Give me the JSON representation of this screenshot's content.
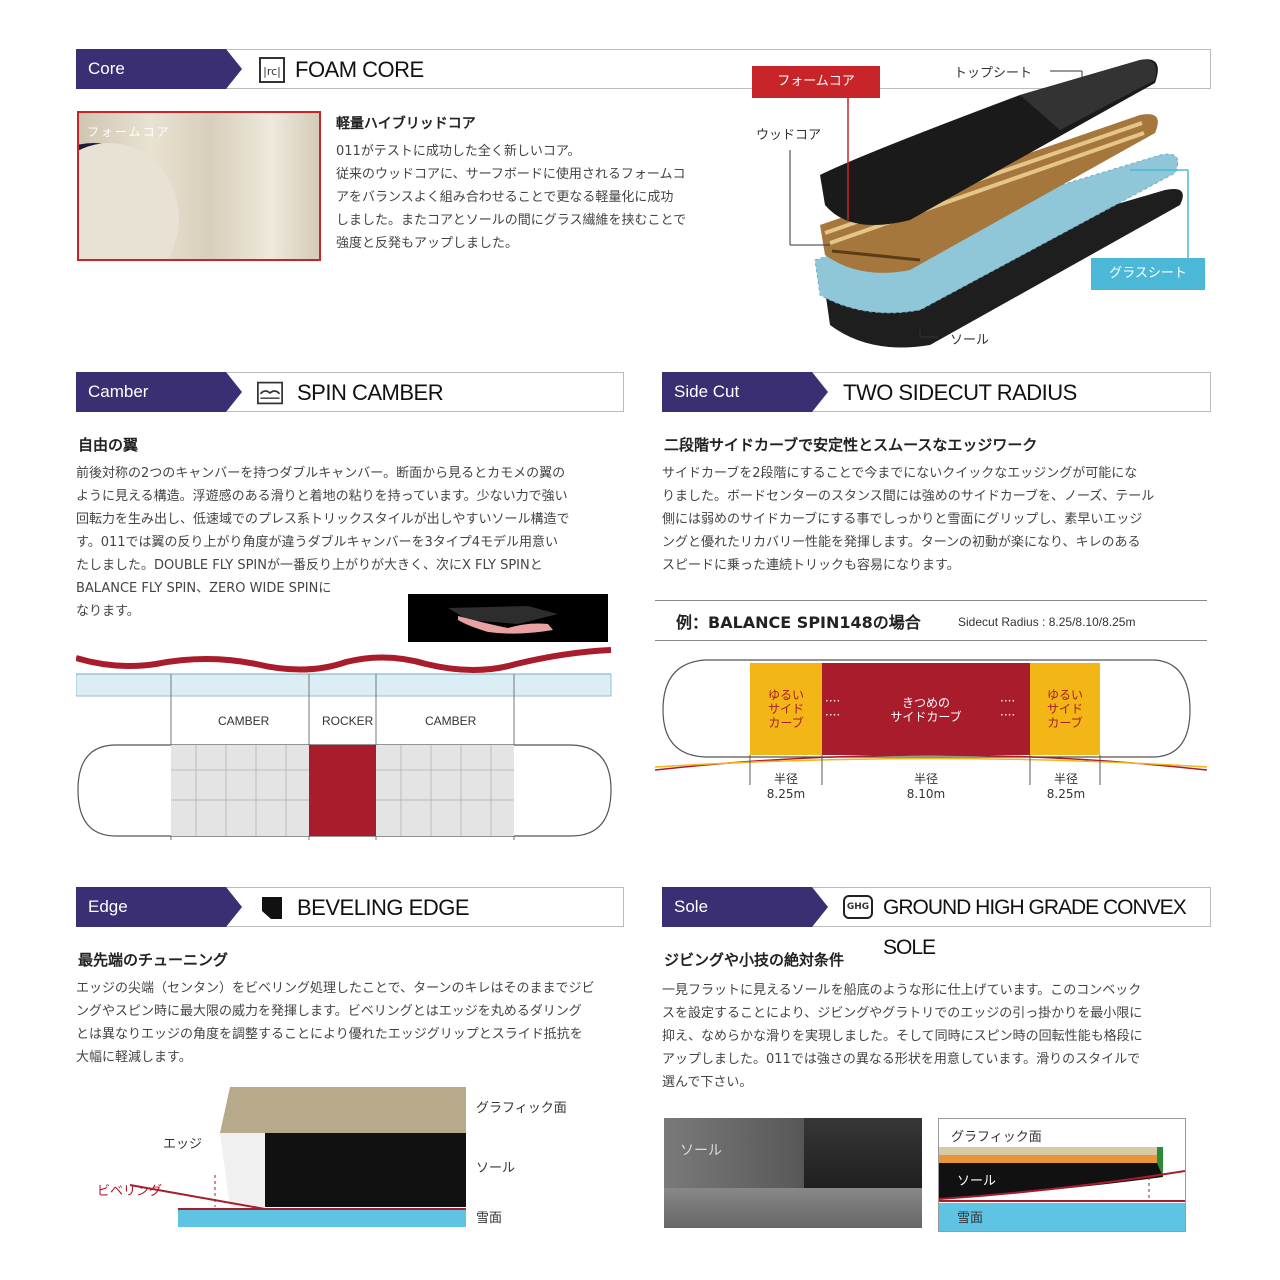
{
  "core": {
    "tab": "Core",
    "title": "FOAM CORE",
    "icon": "foam-core-icon",
    "photo_label": "フォームコア",
    "heading": "軽量ハイブリッドコア",
    "lines": [
      "011がテストに成功した全く新しいコア。",
      "従来のウッドコアに、サーフボードに使用されるフォームコ",
      "アをバランスよく組み合わせることで更なる軽量化に成功",
      "しました。またコアとソールの間にグラス繊維を挟むことで",
      "強度と反発もアップしました。"
    ],
    "layers": {
      "foam_core": "フォームコア",
      "top_sheet": "トップシート",
      "wood_core": "ウッドコア",
      "glass_sheet": "グラスシート",
      "sole": "ソール"
    }
  },
  "camber": {
    "tab": "Camber",
    "title": "SPIN CAMBER",
    "icon": "camber-icon",
    "heading": "自由の翼",
    "lines": [
      "前後対称の2つのキャンバーを持つダブルキャンバー。断面から見るとカモメの翼の",
      "ように見える構造。浮遊感のある滑りと着地の粘りを持っています。少ない力で強い",
      "回転力を生み出し、低速域でのプレス系トリックスタイルが出しやすいソール構造で",
      "す。011では翼の反り上がり角度が違うダブルキャンバーを3タイプ4モデル用意い",
      "たしました。DOUBLE FLY SPINが一番反り上がりが大きく、次にX FLY SPINと",
      "BALANCE FLY SPIN、ZERO WIDE SPINに",
      "なります。"
    ],
    "zones": [
      "CAMBER",
      "ROCKER",
      "CAMBER"
    ]
  },
  "sidecut": {
    "tab": "Side Cut",
    "title": "TWO SIDECUT RADIUS",
    "heading": "二段階サイドカーブで安定性とスムースなエッジワーク",
    "lines": [
      "サイドカーブを2段階にすることで今までにないクイックなエッジングが可能にな",
      "りました。ボードセンターのスタンス間には強めのサイドカーブを、ノーズ、テール",
      "側には弱めのサイドカーブにする事でしっかりと雪面にグリップし、素早いエッジ",
      "ングと優れたリカバリー性能を発揮します。ターンの初動が楽になり、キレのある",
      "スピードに乗った連続トリックも容易になります。"
    ],
    "example_title": "例：BALANCE SPIN148の場合",
    "example_note": "Sidecut Radius : 8.25/8.10/8.25m",
    "zones": [
      {
        "label": [
          "ゆるい",
          "サイド",
          "カーブ"
        ],
        "radius_label": "半径",
        "radius": "8.25m"
      },
      {
        "label": [
          "きつめの",
          "サイドカーブ"
        ],
        "radius_label": "半径",
        "radius": "8.10m"
      },
      {
        "label": [
          "ゆるい",
          "サイド",
          "カーブ"
        ],
        "radius_label": "半径",
        "radius": "8.25m"
      }
    ],
    "colors": {
      "soft": "#f2b617",
      "tight": "#a81c2c"
    }
  },
  "edge": {
    "tab": "Edge",
    "title": "BEVELING EDGE",
    "icon": "edge-icon",
    "heading": "最先端のチューニング",
    "lines": [
      "エッジの尖端（センタン）をビベリング処理したことで、ターンのキレはそのままでジビ",
      "ングやスピン時に最大限の威力を発揮します。ビベリングとはエッジを丸めるダリング",
      "とは異なりエッジの角度を調整することにより優れたエッジグリップとスライド抵抗を",
      "大幅に軽減します。"
    ],
    "labels": {
      "graphic": "グラフィック面",
      "edge": "エッジ",
      "sole": "ソール",
      "beveling": "ビベリング",
      "snow": "雪面"
    }
  },
  "sole": {
    "tab": "Sole",
    "title": "GROUND HIGH GRADE CONVEX SOLE",
    "icon": "ghg-icon",
    "icon_text": "GHG",
    "heading": "ジビングや小技の絶対条件",
    "lines": [
      "一見フラットに見えるソールを船底のような形に仕上げています。このコンベック",
      "スを設定することにより、ジビングやグラトリでのエッジの引っ掛かりを最小限に",
      "抑え、なめらかな滑りを実現しました。そして同時にスピン時の回転性能も格段に",
      "アップしました。011では強さの異なる形状を用意しています。滑りのスタイルで",
      "選んで下さい。"
    ],
    "photo_label": "ソール",
    "labels": {
      "graphic": "グラフィック面",
      "sole": "ソール",
      "snow": "雪面"
    }
  }
}
